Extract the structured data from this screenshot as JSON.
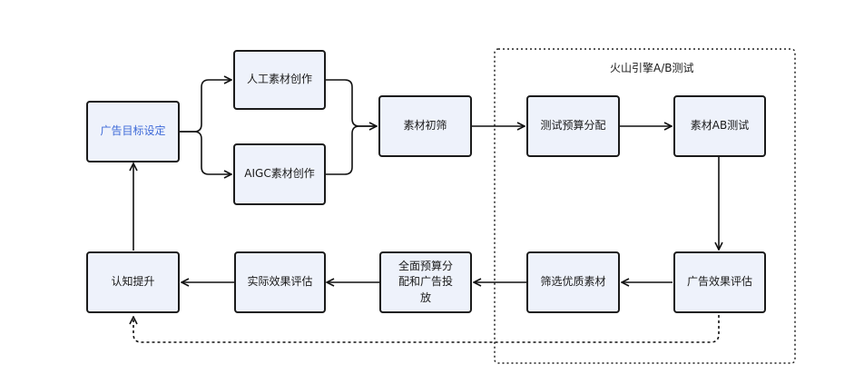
{
  "diagram": {
    "region": {
      "label": "火山引擎A/B测试"
    },
    "nodes": {
      "ad_goal": "广告目标设定",
      "manual_creation": "人工素材创作",
      "aigc_creation": "AIGC素材创作",
      "initial_screening": "素材初筛",
      "test_budget": "测试预算分配",
      "ab_test": "素材AB测试",
      "ad_eval": "广告效果评估",
      "select_quality": "筛选优质素材",
      "full_budget": "全面预算分配和广告投放",
      "actual_eval": "实际效果评估",
      "awareness": "认知提升"
    }
  },
  "colors": {
    "node_fill": "#eef2fb",
    "node_border": "#1b1b1b",
    "start_text": "#3f6bd8",
    "line": "#111111"
  }
}
